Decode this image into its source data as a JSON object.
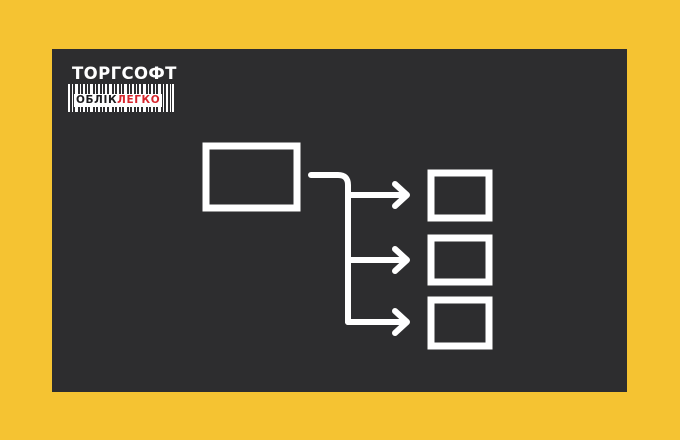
{
  "logo": {
    "title": "ТОРГСОФТ",
    "tag_part1": "ОБЛІК",
    "tag_part2": "ЛЕГКО"
  },
  "colors": {
    "background": "#f5c332",
    "panel": "#2d2d2f",
    "stroke": "#ffffff",
    "logo_accent": "#d7262d"
  },
  "diagram": {
    "source_nodes": 1,
    "target_nodes": 3,
    "icon": "hierarchy-branch-icon"
  }
}
